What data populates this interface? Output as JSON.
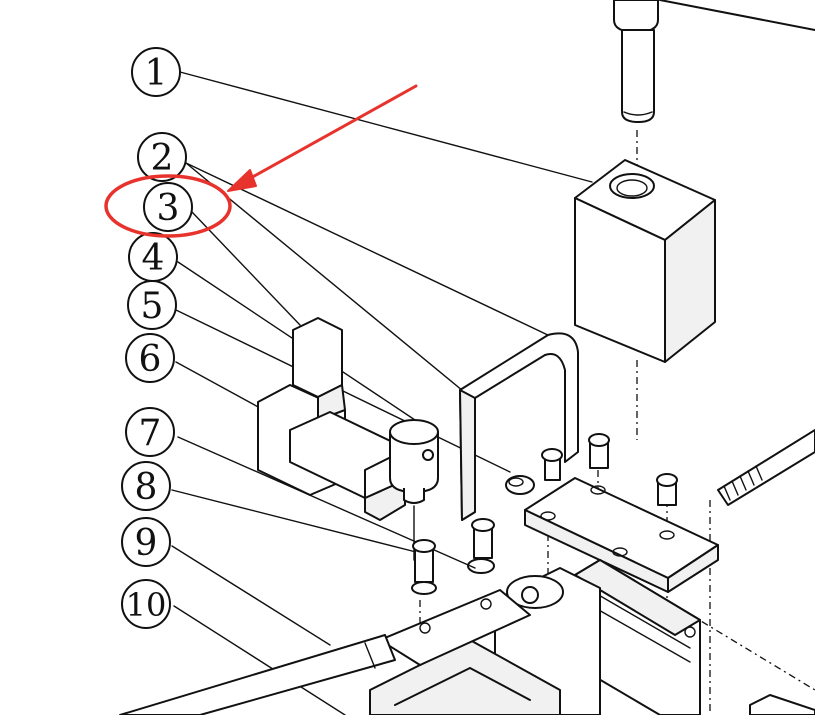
{
  "callouts": [
    {
      "id": "1",
      "label": "1"
    },
    {
      "id": "2",
      "label": "2"
    },
    {
      "id": "3",
      "label": "3"
    },
    {
      "id": "4",
      "label": "4"
    },
    {
      "id": "5",
      "label": "5"
    },
    {
      "id": "6",
      "label": "6"
    },
    {
      "id": "7",
      "label": "7"
    },
    {
      "id": "8",
      "label": "8"
    },
    {
      "id": "9",
      "label": "9"
    },
    {
      "id": "10",
      "label": "10"
    }
  ],
  "highlight": {
    "target_callout": "3",
    "color": "#e8322c"
  },
  "colors": {
    "ink": "#111111",
    "background": "#ffffff"
  }
}
